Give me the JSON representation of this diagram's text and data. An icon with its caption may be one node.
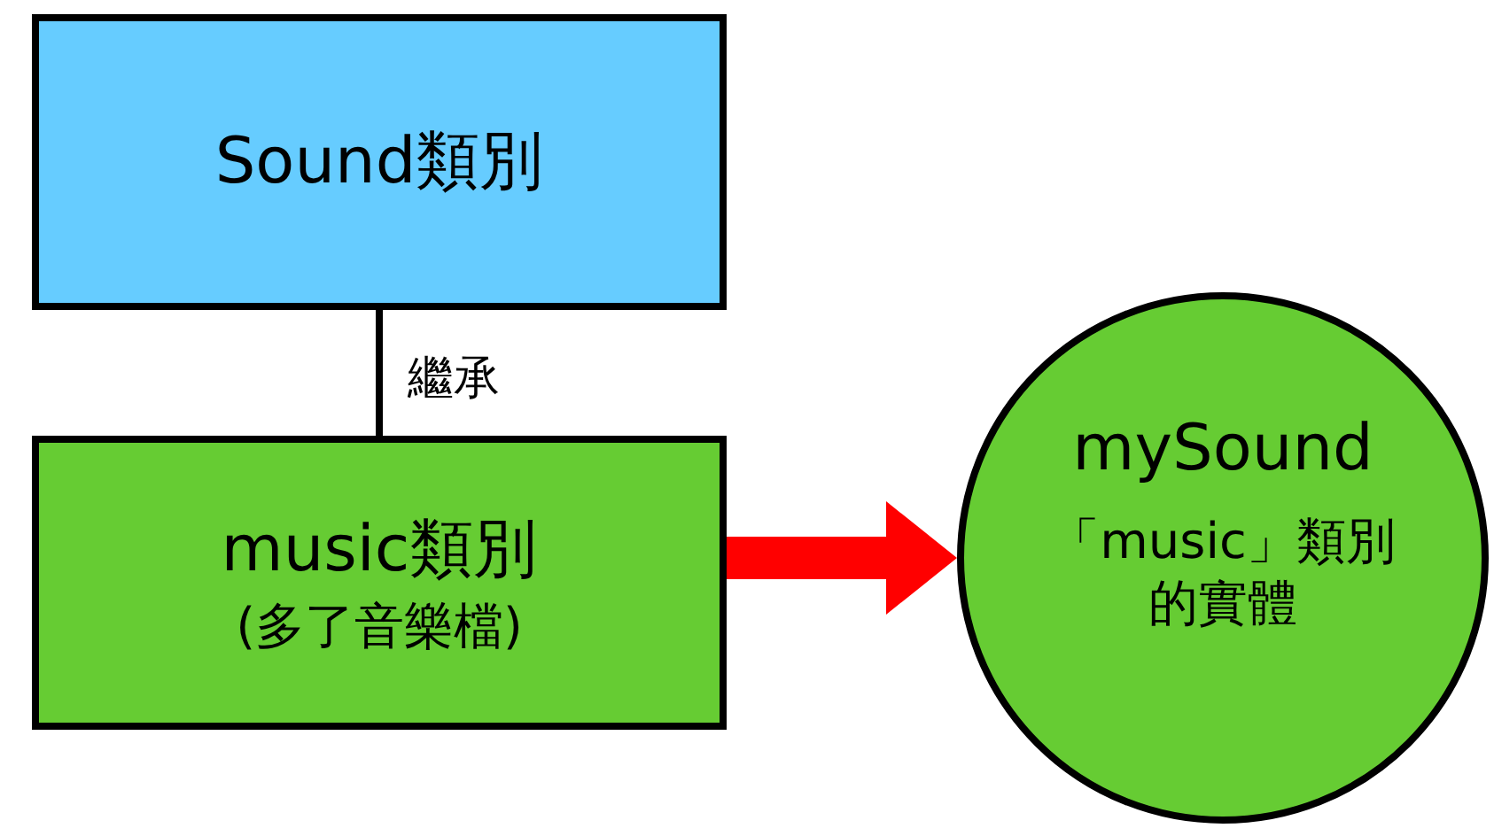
{
  "diagram": {
    "nodes": [
      {
        "text": [
          "Sound類別"
        ]
      },
      {
        "text": [
          "music類別",
          "(多了音樂檔)"
        ]
      },
      {
        "text": [
          "mySound",
          "「music」類別的實體"
        ]
      }
    ],
    "edges": [
      {
        "from": 0,
        "to": 1,
        "arrow": "none",
        "label": "繼承"
      },
      {
        "from": 1,
        "to": 2,
        "arrow": "to",
        "style": "thick",
        "color": "#ff0000"
      }
    ]
  }
}
